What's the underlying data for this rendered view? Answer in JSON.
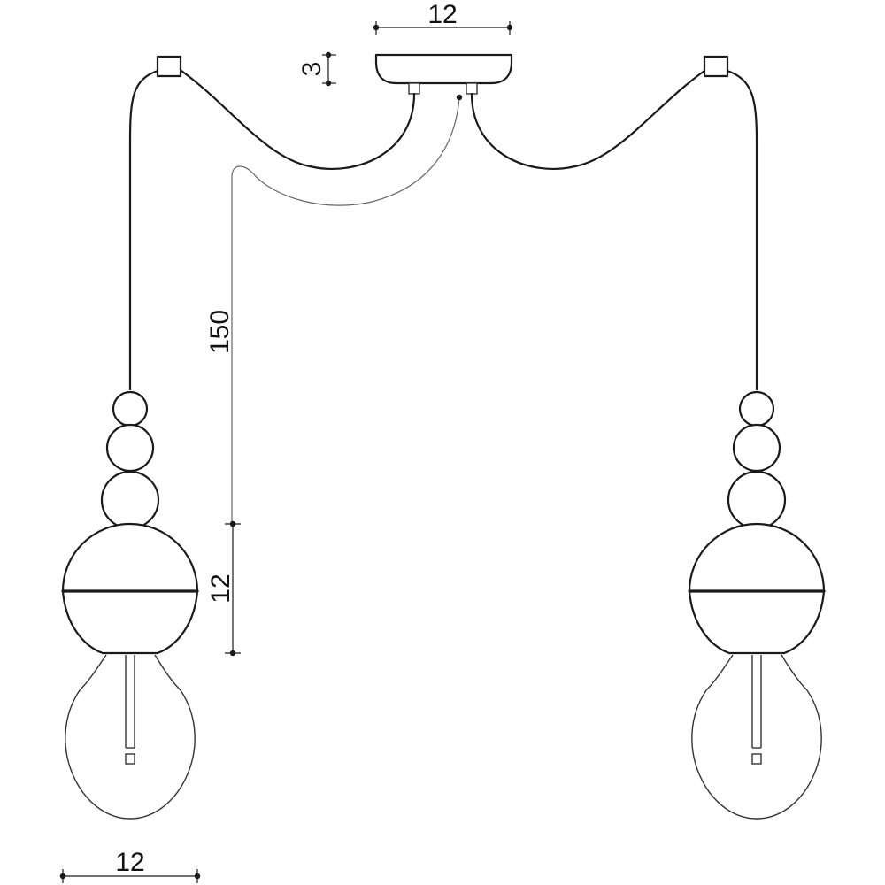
{
  "drawing": {
    "canopy_width": "12",
    "canopy_height": "3",
    "cable_length": "150",
    "shade_height": "12",
    "shade_width": "12"
  },
  "colors": {
    "line": "#1a1a1a",
    "dimension_line": "#666666",
    "background": "#ffffff"
  }
}
